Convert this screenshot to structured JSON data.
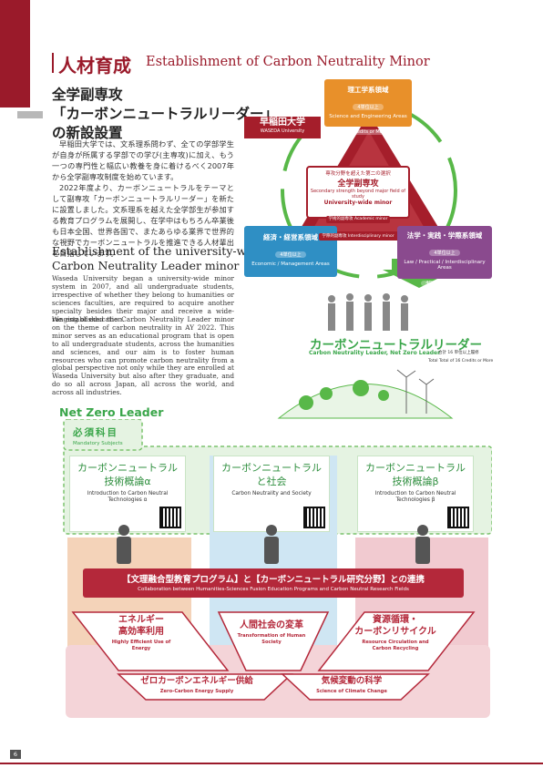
{
  "header": {
    "title_jp": "人材育成",
    "title_en": "Establishment of Carbon Neutrality Minor"
  },
  "jp_section": {
    "heading_lines": [
      "全学副専攻",
      "「カーボンニュートラルリーダー」",
      "の新設設置"
    ],
    "para1": "早稲田大学では、文系理系問わず、全ての学部学生が自身が所属する学部での学び(主専攻)に加え、もう一つの専門性と幅広い教養を身に着けるべく2007年から全学副専攻制度を始めています。",
    "para2": "2022年度より、カーボンニュートラルをテーマとして副専攻「カーボンニュートラルリーダー」を新たに設置しました。文系理系を越えた全学部生が参加する教育プログラムを展開し、在学中はもちろん卒業後も日本全国、世界各国で、またあらゆる業界で世界的な視野でカーボンニュートラルを推進できる人材輩出を目指しています。"
  },
  "en_section": {
    "heading_lines": [
      "Establishment of the university-wide",
      "Carbon Neutrality Leader minor"
    ],
    "para1": "Waseda University began a university-wide minor system in 2007, and all undergraduate students, irrespective of whether they belong to humanities or sciences faculties, are required to acquire another specialty besides their major and receive a wide-ranging of education.",
    "para2": "We established the Carbon Neutrality Leader minor on the theme of carbon neutrality in AY 2022. This minor serves as an educational program that is open to all undergraduate students, across the humanities and sciences, and our aim is to foster human resources who can promote carbon neutrality from a global perspective not only while they are enrolled at Waseda University but also after they graduate, and do so all across Japan, all across the world, and across all industries."
  },
  "diagram": {
    "waseda": {
      "label_jp": "早稲田大学",
      "label_en": "WASEDA University"
    },
    "regions": {
      "science": {
        "label_jp": "理工学系領域",
        "credits_jp": "4単位以上",
        "label_en": "Science and Engineering Areas",
        "credits_en": "4Credits or More"
      },
      "economic": {
        "label_jp": "経済・経営系領域",
        "credits_jp": "4単位以上",
        "label_en": "Economic / Management Areas",
        "credits_en": "4Credits or More"
      },
      "law": {
        "label_jp": "法学・実践・学際系領域",
        "credits_jp": "4単位以上",
        "label_en": "Law / Practical / Interdisciplinary Areas",
        "credits_en": "4Credits or More"
      }
    },
    "minor": {
      "sub_jp": "専攻分野を超えた第二の選択",
      "title_jp": "全学副専攻",
      "sub_en": "Secondary strength beyond major field of study",
      "title_en": "University-wide minor",
      "tag1": "学術的副専攻 Academic minor",
      "tag2": "学際的副専攻 Interdisciplinary minor"
    },
    "leader_jp": "カーボンニュートラルリーダー",
    "leader_en": "Carbon Neutrality Leader, Net Zero Leader",
    "leader_note": "合計 16 単位以上履修",
    "leader_total": "Total Total of 16 Credits or More"
  },
  "net_zero": {
    "title": "Net Zero Leader",
    "mandatory_jp": "必須科目",
    "mandatory_en": "Mandatory Subjects",
    "courses": [
      {
        "jp_line1": "カーボンニュートラル",
        "jp_line2": "技術概論α",
        "en_line1": "Introduction to Carbon Neutral",
        "en_line2": "Technologies α"
      },
      {
        "jp_line1": "カーボンニュートラル",
        "jp_line2": "と社会",
        "en_line1": "Carbon Neutrality and Society",
        "en_line2": ""
      },
      {
        "jp_line1": "カーボンニュートラル",
        "jp_line2": "技術概論β",
        "en_line1": "Introduction to Carbon Neutral",
        "en_line2": "Technologies β"
      }
    ],
    "collab_jp": "【文理融合型教育プログラム】と【カーボンニュートラル研究分野】との連携",
    "collab_en": "Collaboration between Humanities-Sciences Fusion Education Programs and Carbon Neutral Research Fields",
    "fields": [
      {
        "jp_line1": "エネルギー",
        "jp_line2": "高効率利用",
        "en_line1": "Highly Efficient Use of",
        "en_line2": "Energy"
      },
      {
        "jp_line1": "人間社会の変革",
        "jp_line2": "",
        "en_line1": "Transformation of Human",
        "en_line2": "Society"
      },
      {
        "jp_line1": "資源循環・",
        "jp_line2": "カーボンリサイクル",
        "en_line1": "Resource Circulation and",
        "en_line2": "Carbon Recycling"
      },
      {
        "jp_line1": "ゼロカーボンエネルギー供給",
        "jp_line2": "",
        "en_line1": "Zero-Carbon Energy Supply",
        "en_line2": ""
      },
      {
        "jp_line1": "気候変動の科学",
        "jp_line2": "",
        "en_line1": "Science of Climate Change",
        "en_line2": ""
      }
    ]
  },
  "page_number": "6",
  "colors": {
    "accent": "#9a1a2a",
    "green": "#3aa64a",
    "orange": "#e8902a",
    "blue": "#2f8fc4",
    "purple": "#8a4a8e",
    "pink": "#f0c7cc"
  }
}
